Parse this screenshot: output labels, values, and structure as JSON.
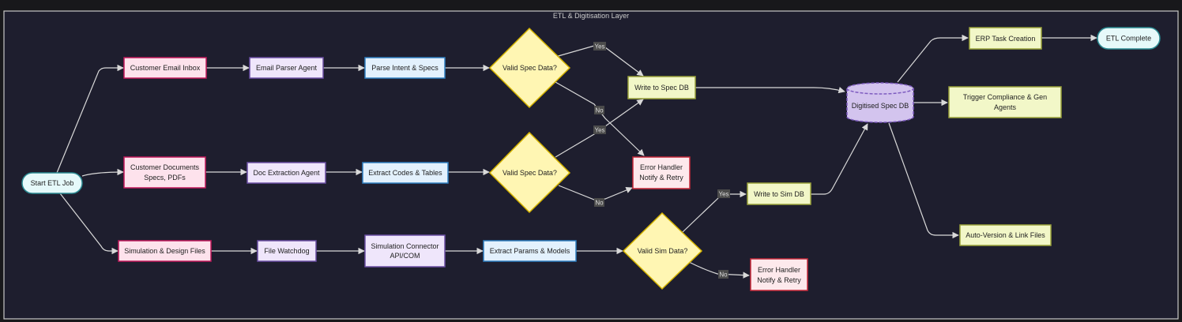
{
  "subgraph": {
    "title": "ETL & Digitisation Layer"
  },
  "nodes": {
    "start": {
      "lines": [
        "Start ETL Job"
      ]
    },
    "email_inbox": {
      "lines": [
        "Customer Email Inbox"
      ]
    },
    "email_parser": {
      "lines": [
        "Email Parser Agent"
      ]
    },
    "parse_intent": {
      "lines": [
        "Parse Intent & Specs"
      ]
    },
    "valid1": {
      "lines": [
        "Valid Spec Data?"
      ]
    },
    "write_spec": {
      "lines": [
        "Write to Spec DB"
      ]
    },
    "cust_docs": {
      "lines": [
        "Customer Documents",
        "Specs, PDFs"
      ]
    },
    "doc_extract": {
      "lines": [
        "Doc Extraction Agent"
      ]
    },
    "extract_codes": {
      "lines": [
        "Extract Codes & Tables"
      ]
    },
    "valid2": {
      "lines": [
        "Valid Spec Data?"
      ]
    },
    "err1": {
      "lines": [
        "Error Handler",
        "Notify & Retry"
      ]
    },
    "sim_files": {
      "lines": [
        "Simulation & Design Files"
      ]
    },
    "watchdog": {
      "lines": [
        "File Watchdog"
      ]
    },
    "sim_conn": {
      "lines": [
        "Simulation Connector",
        "API/COM"
      ]
    },
    "extract_params": {
      "lines": [
        "Extract Params & Models"
      ]
    },
    "valid_sim": {
      "lines": [
        "Valid Sim Data?"
      ]
    },
    "write_sim": {
      "lines": [
        "Write to Sim DB"
      ]
    },
    "err2": {
      "lines": [
        "Error Handler",
        "Notify & Retry"
      ]
    },
    "spec_db": {
      "lines": [
        "Digitised Spec DB"
      ]
    },
    "erp": {
      "lines": [
        "ERP Task Creation"
      ]
    },
    "etl_complete": {
      "lines": [
        "ETL Complete"
      ]
    },
    "trigger": {
      "lines": [
        "Trigger Compliance & Gen",
        "Agents"
      ]
    },
    "auto_version": {
      "lines": [
        "Auto-Version & Link Files"
      ]
    }
  },
  "edge_labels": {
    "v1_yes": "Yes",
    "v1_no": "No",
    "v2_yes": "Yes",
    "v2_no": "No",
    "vs_yes": "Yes",
    "vs_no": "No"
  },
  "colors": {
    "background": "#1e1e2e",
    "edge": "#d9d9d9",
    "source_fill": "#fde2ec",
    "source_stroke": "#c2185b",
    "agent_fill": "#efe6fb",
    "agent_stroke": "#6a4fa3",
    "process_fill": "#e3f1fd",
    "process_stroke": "#2f7fc1",
    "decision_fill": "#fff6b3",
    "decision_stroke": "#d4b300",
    "output_fill": "#f2f7c8",
    "output_stroke": "#9aa23a",
    "error_fill": "#fde9ec",
    "error_stroke": "#c62839",
    "terminal_fill": "#e6f9fa",
    "terminal_stroke": "#2b8a92",
    "db_fill": "#d3c4ee",
    "db_stroke": "#7e5cc0"
  }
}
